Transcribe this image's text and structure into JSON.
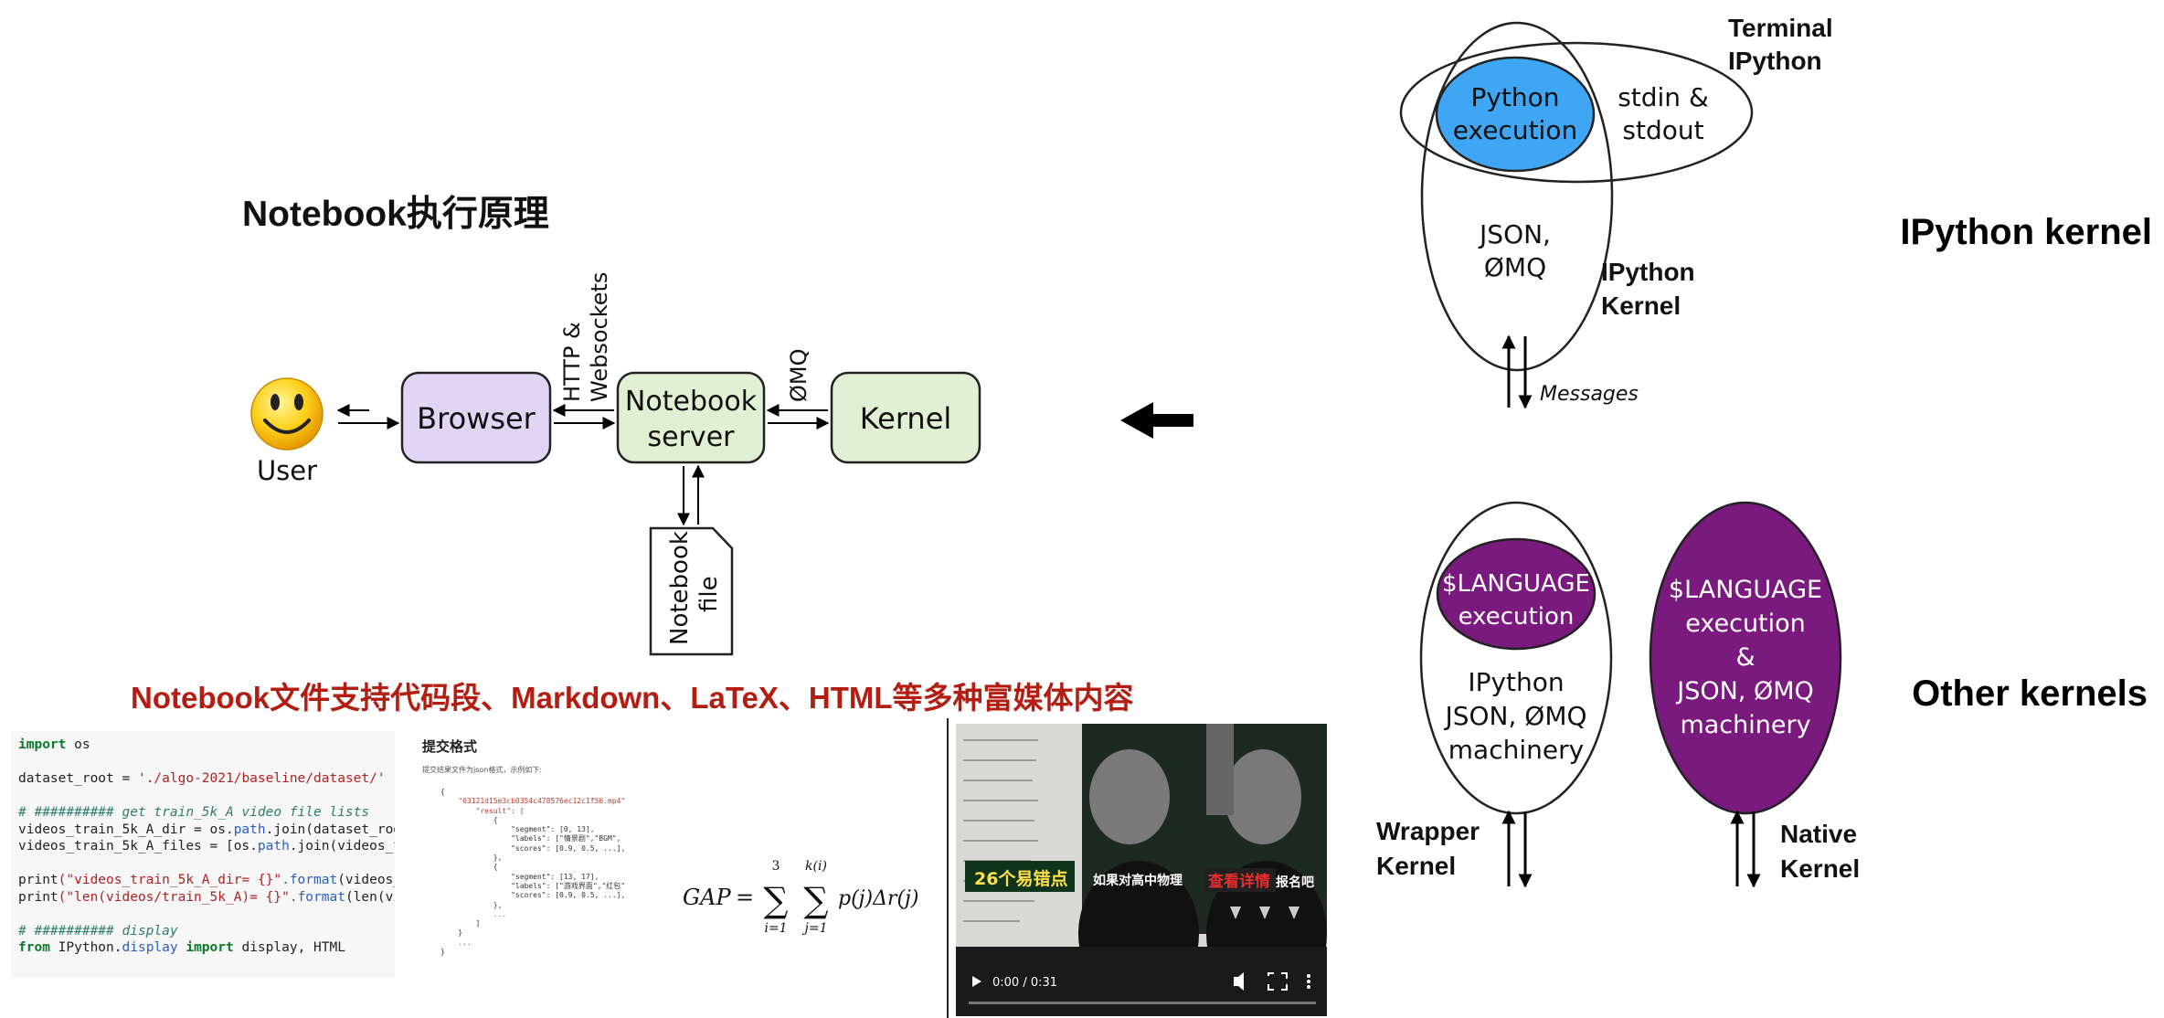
{
  "notebook": {
    "title": "Notebook执行原理",
    "user_label": "User",
    "browser_label": "Browser",
    "http_label_line1": "HTTP &",
    "http_label_line2": "Websockets",
    "server_label_line1": "Notebook",
    "server_label_line2": "server",
    "zmq_label": "ØMQ",
    "kernel_label": "Kernel",
    "file_label_line1": "Notebook",
    "file_label_line2": "file"
  },
  "media_caption": "Notebook文件支持代码段、Markdown、LaTeX、HTML等多种富媒体内容",
  "code_panel": {
    "lines": [
      [
        {
          "t": "import",
          "c": "kw"
        },
        {
          "t": " os",
          "c": ""
        }
      ],
      [],
      [
        {
          "t": "dataset_root = ",
          "c": ""
        },
        {
          "t": "'./algo-2021/baseline/dataset/'",
          "c": "str"
        }
      ],
      [],
      [
        {
          "t": "# ########## get train_5k_A video file lists",
          "c": "cm"
        }
      ],
      [
        {
          "t": "videos_train_5k_A_dir = os.",
          "c": ""
        },
        {
          "t": "path",
          "c": "attr"
        },
        {
          "t": ".join(dataset_root",
          "c": ""
        }
      ],
      [
        {
          "t": "videos_train_5k_A_files = [os.",
          "c": ""
        },
        {
          "t": "path",
          "c": "attr"
        },
        {
          "t": ".join(videos_t",
          "c": ""
        }
      ],
      [],
      [
        {
          "t": "print",
          "c": ""
        },
        {
          "t": "(\"videos_train_5k_A_dir= {}\"",
          "c": "str"
        },
        {
          "t": ".format",
          "c": "fmt"
        },
        {
          "t": "(videos_",
          "c": ""
        }
      ],
      [
        {
          "t": "print",
          "c": ""
        },
        {
          "t": "(\"len(videos/train_5k_A)= {}\"",
          "c": "str"
        },
        {
          "t": ".format",
          "c": "fmt"
        },
        {
          "t": "(len(vi",
          "c": ""
        }
      ],
      [],
      [
        {
          "t": "# ########## display",
          "c": "cm"
        }
      ],
      [
        {
          "t": "from",
          "c": "kw"
        },
        {
          "t": " IPython.",
          "c": ""
        },
        {
          "t": "display",
          "c": "attr"
        },
        {
          "t": " ",
          "c": ""
        },
        {
          "t": "import",
          "c": "kw"
        },
        {
          "t": " display, HTML",
          "c": ""
        }
      ]
    ]
  },
  "submission_panel": {
    "heading": "提交格式",
    "intro": "提交结果文件为json格式，示例如下:",
    "json_lines": [
      "{",
      "    \"03121d15e3cb0354c478576ec12c1f56.mp4\"",
      "        \"result\": [",
      "            {",
      "                \"segment\": [0, 13],",
      "                \"labels\": [\"情景剧\",\"BGM\",",
      "                \"scores\": [0.9, 0.5, ...],",
      "            },",
      "            {",
      "                \"segment\": [13, 17],",
      "                \"labels\": [\"游戏界面\",\"红包\"",
      "                \"scores\": [0.9, 0.5, ...],",
      "            },",
      "            ...",
      "        ]",
      "    }",
      "    ...",
      "}"
    ]
  },
  "formula": {
    "lhs": "GAP",
    "eq": "=",
    "sum1_top": "3",
    "sum1_bottom": "i=1",
    "sum2_top": "k(i)",
    "sum2_bottom": "j=1",
    "term": "p(j)Δr(j)"
  },
  "video_panel": {
    "overlay_green": "26个易错点",
    "overlay_white": "如果对高中物理",
    "overlay_red": "查看详情",
    "overlay_tail": "报名吧",
    "time": "0:00 / 0:31"
  },
  "ipython_kernel": {
    "title": "IPython kernel",
    "terminal_label_line1": "Terminal",
    "terminal_label_line2": "IPython",
    "python_exec_line1": "Python",
    "python_exec_line2": "execution",
    "stdin_line1": "stdin &",
    "stdin_line2": "stdout",
    "json_line1": "JSON,",
    "json_line2": "ØMQ",
    "kernel_label_line1": "IPython",
    "kernel_label_line2": "Kernel",
    "messages_label": "Messages"
  },
  "other_kernels": {
    "title": "Other kernels",
    "wrapper_exec_line1": "$LANGUAGE",
    "wrapper_exec_line2": "execution",
    "wrapper_body_line1": "IPython",
    "wrapper_body_line2": "JSON, ØMQ",
    "wrapper_body_line3": "machinery",
    "wrapper_label_line1": "Wrapper",
    "wrapper_label_line2": "Kernel",
    "native_line1": "$LANGUAGE",
    "native_line2": "execution",
    "native_line3": "&",
    "native_line4": "JSON, ØMQ",
    "native_line5": "machinery",
    "native_label_line1": "Native",
    "native_label_line2": "Kernel"
  },
  "colors": {
    "browser_fill": "#e1d5f5",
    "server_fill": "#dff0d3",
    "python_exec_fill": "#3ea6f2",
    "language_fill": "#7b1a7e",
    "caption_red": "#b31d12"
  }
}
